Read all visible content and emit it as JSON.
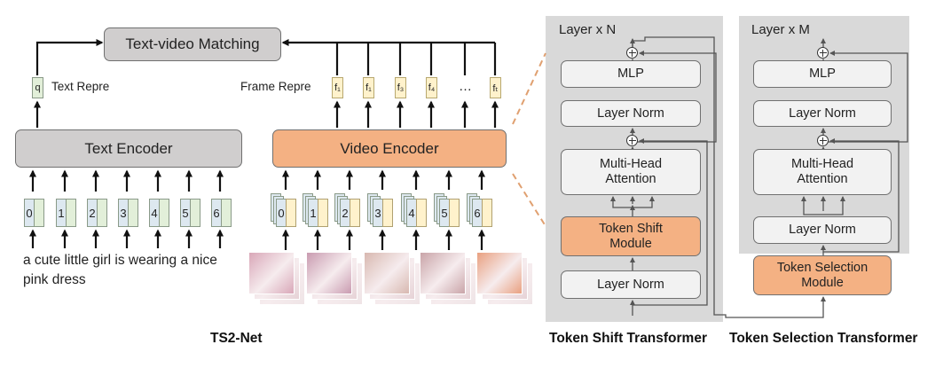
{
  "matching_label": "Text-video Matching",
  "text_repre_label": "Text Repre",
  "frame_repre_label": "Frame Repre",
  "query_token": "q",
  "frame_tokens": [
    "f₁",
    "f₁",
    "f₃",
    "f₄",
    "…",
    "fₜ"
  ],
  "text_encoder_label": "Text Encoder",
  "video_encoder_label": "Video Encoder",
  "text_tokens": [
    "0",
    "1",
    "2",
    "3",
    "4",
    "5",
    "6"
  ],
  "video_tokens": [
    "0",
    "1",
    "2",
    "3",
    "4",
    "5",
    "6"
  ],
  "caption": "a cute little girl is wearing a nice pink dress",
  "frame_colors": [
    "#d9a7b8",
    "#c99bb0",
    "#d8b8b0",
    "#c9a4a8",
    "#e9a080"
  ],
  "left_title": "TS2-Net",
  "shift_panel": {
    "layer_label": "Layer x N",
    "mlp": "MLP",
    "norm_top": "Layer Norm",
    "attention": "Multi-Head Attention",
    "shift_module": "Token Shift Module",
    "norm_bottom": "Layer Norm",
    "title": "Token Shift Transformer"
  },
  "select_panel": {
    "layer_label": "Layer x M",
    "mlp": "MLP",
    "norm_top": "Layer Norm",
    "attention": "Multi-Head Attention",
    "norm_bottom": "Layer Norm",
    "select_module": "Token Selection Module",
    "title": "Token Selection Transformer"
  },
  "colors": {
    "panel": "#d9d9d9",
    "box_light": "#f2f2f2",
    "box_gray": "#d0cece",
    "box_orange": "#f4b183",
    "connector": "#e0a070"
  }
}
